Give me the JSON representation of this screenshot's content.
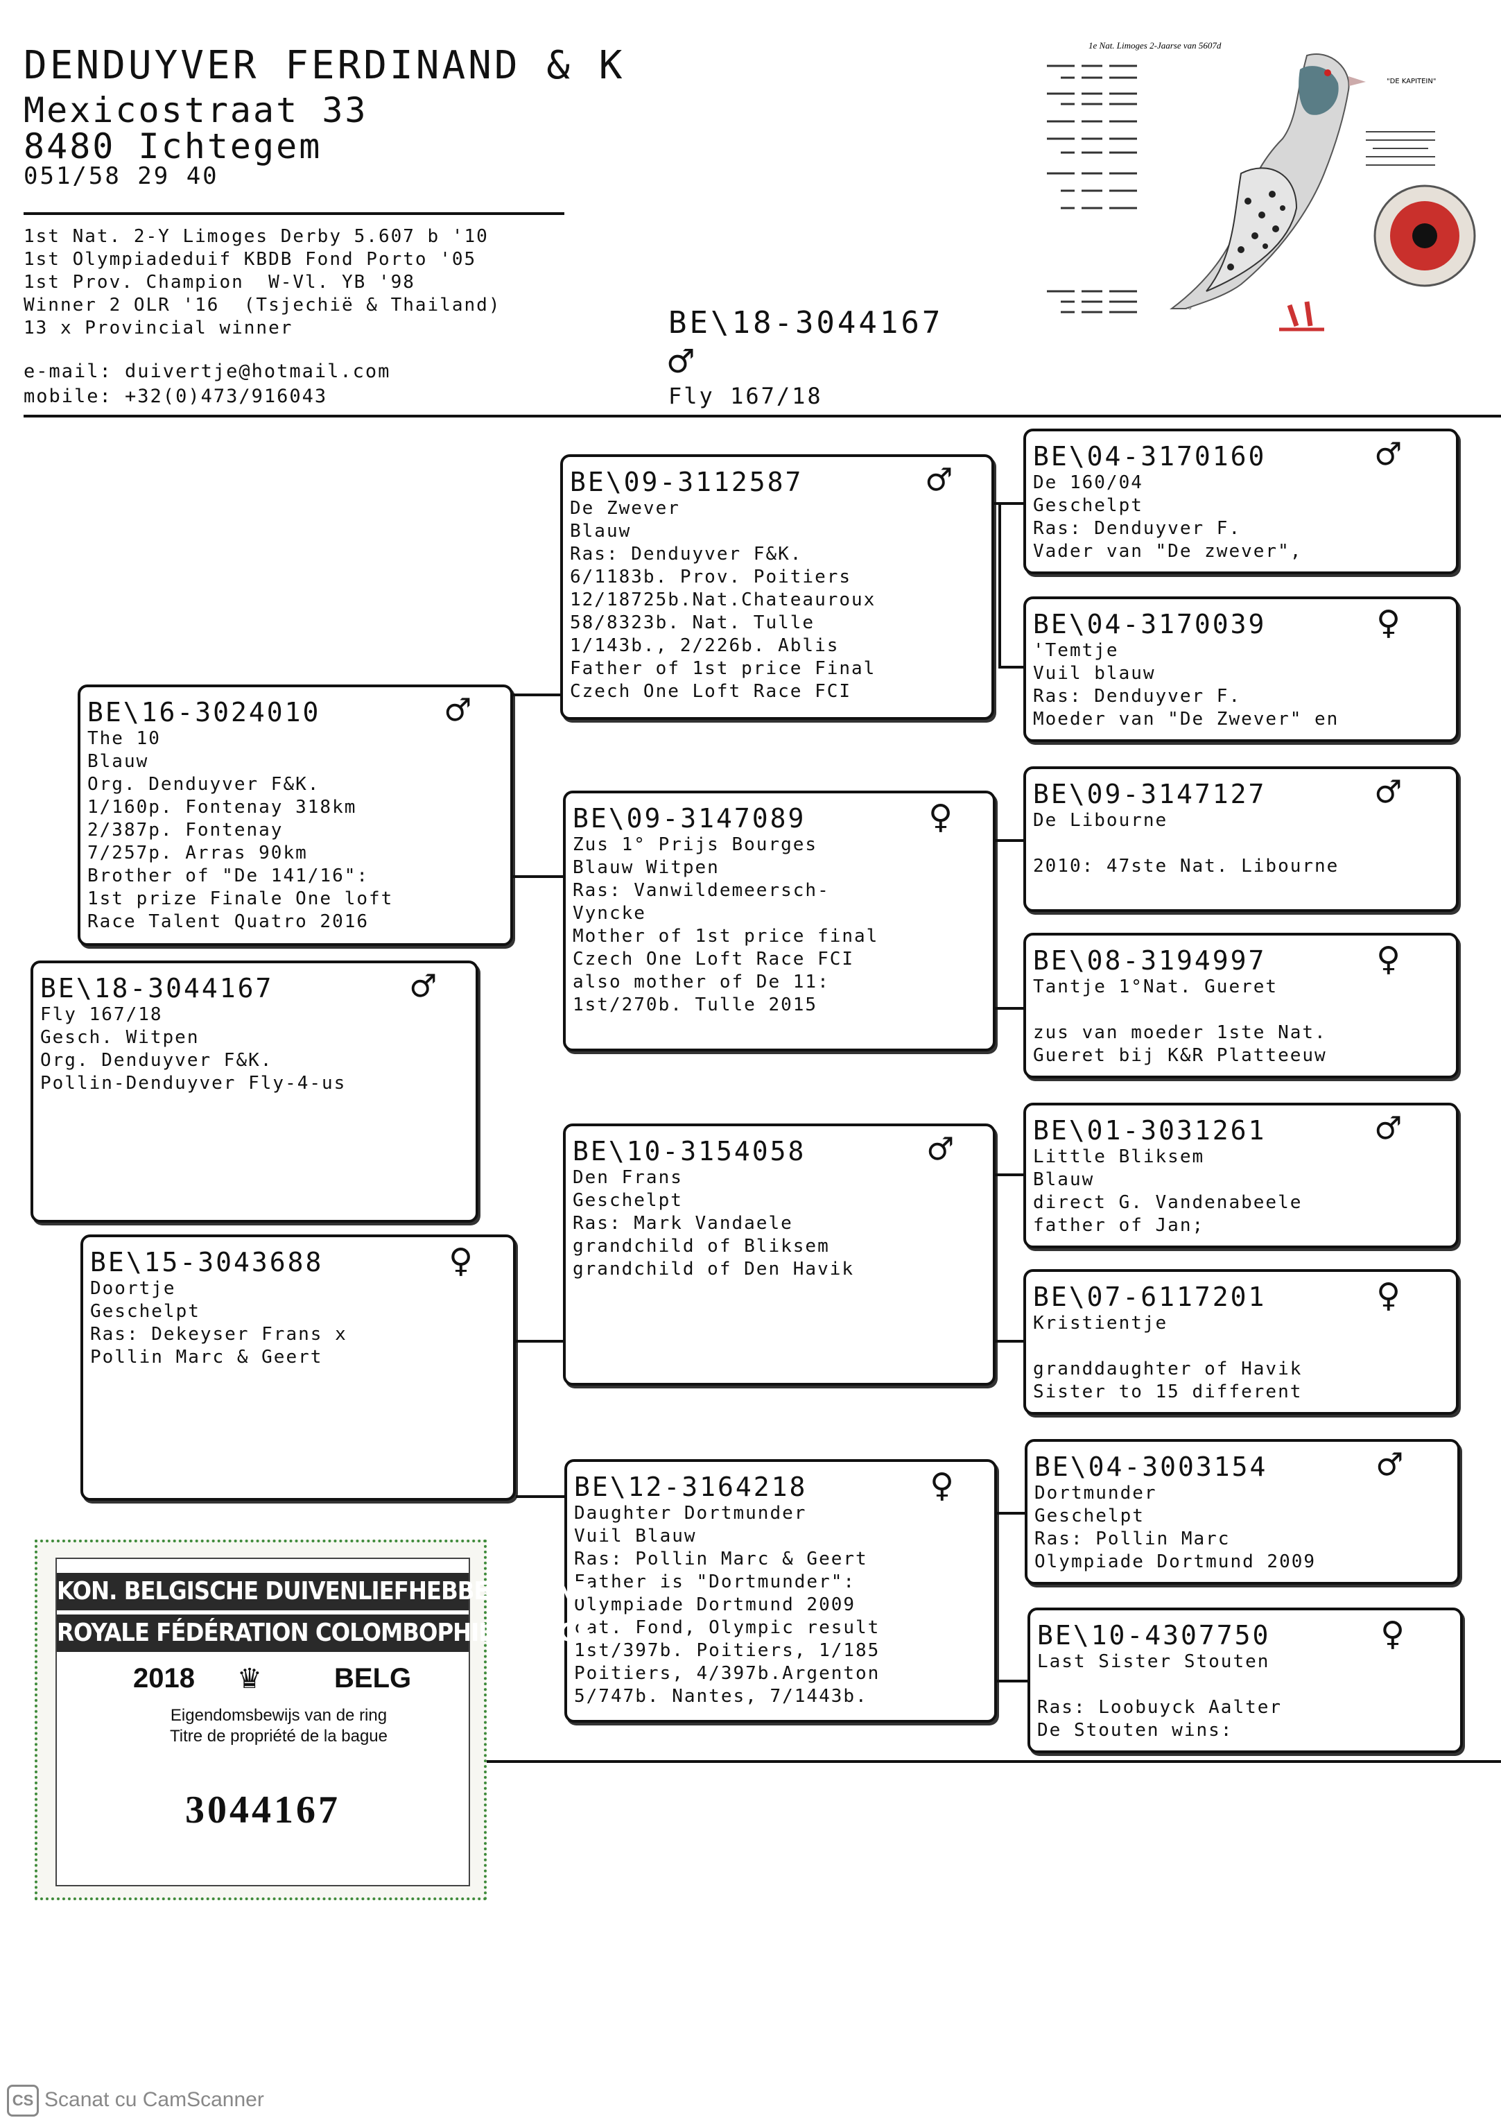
{
  "owner": {
    "name": "DENDUYVER FERDINAND & K",
    "street": "Mexicostraat 33",
    "city": "8480 Ichtegem",
    "phone": "051/58 29 40"
  },
  "achievements": [
    "1st Nat. 2-Y Limoges Derby 5.607 b '10",
    "1st Olympiadeduif KBDB Fond Porto '05",
    "1st Prov. Champion  W-Vl. YB '98",
    "Winner 2 OLR '16  (Tsjechië & Thailand)",
    "13 x Provincial winner"
  ],
  "contact": {
    "email": "e-mail: duivertje@hotmail.com",
    "mobile": "mobile: +32(0)473/916043"
  },
  "subject": {
    "ring": "BE\\18-3044167",
    "sex_symbol": "♂",
    "name": "Fly 167/18"
  },
  "photo": {
    "header": "1e Nat. Limoges 2-Jaarse van 5607d",
    "label": "\"DE KAPITEIN\""
  },
  "pedigree": {
    "self": {
      "ring": "BE\\18-3044167",
      "sex": "♂",
      "lines": [
        "Fly 167/18",
        "Gesch. Witpen",
        "Org. Denduyver F&K.",
        "Pollin-Denduyver Fly-4-us"
      ]
    },
    "sire": {
      "ring": "BE\\16-3024010",
      "sex": "♂",
      "lines": [
        "The 10",
        "Blauw",
        "Org. Denduyver F&K.",
        "1/160p. Fontenay 318km",
        "2/387p. Fontenay",
        "7/257p. Arras 90km",
        "Brother of \"De 141/16\":",
        "1st prize Finale One loft",
        "Race Talent Quatro 2016"
      ]
    },
    "dam": {
      "ring": "BE\\15-3043688",
      "sex": "♀",
      "lines": [
        "Doortje",
        "Geschelpt",
        "Ras: Dekeyser Frans x",
        "Pollin Marc & Geert"
      ]
    },
    "ss": {
      "ring": "BE\\09-3112587",
      "sex": "♂",
      "lines": [
        "De Zwever",
        "Blauw",
        "Ras: Denduyver F&K.",
        "6/1183b. Prov. Poitiers",
        "12/18725b.Nat.Chateauroux",
        "58/8323b. Nat. Tulle",
        "1/143b., 2/226b. Ablis",
        "Father of 1st price Final",
        "Czech One Loft Race FCI"
      ]
    },
    "sd": {
      "ring": "BE\\09-3147089",
      "sex": "♀",
      "lines": [
        "Zus 1° Prijs Bourges",
        "Blauw Witpen",
        "Ras: Vanwildemeersch-",
        "Vyncke",
        "Mother of 1st price final",
        "Czech One Loft Race FCI",
        "also mother of De 11:",
        "1st/270b. Tulle 2015"
      ]
    },
    "ds": {
      "ring": "BE\\10-3154058",
      "sex": "♂",
      "lines": [
        "Den Frans",
        "Geschelpt",
        "Ras: Mark Vandaele",
        "grandchild of Bliksem",
        "grandchild of Den Havik"
      ]
    },
    "dd": {
      "ring": "BE\\12-3164218",
      "sex": "♀",
      "lines": [
        "Daughter Dortmunder",
        "Vuil Blauw",
        "Ras: Pollin Marc & Geert",
        "Father is \"Dortmunder\":",
        "Olympiade Dortmund 2009",
        "cat. Fond, Olympic result",
        "1st/397b. Poitiers, 1/185",
        "Poitiers, 4/397b.Argenton",
        "5/747b. Nantes, 7/1443b."
      ]
    },
    "sss": {
      "ring": "BE\\04-3170160",
      "sex": "♂",
      "lines": [
        "De 160/04",
        "Geschelpt",
        "Ras: Denduyver F.",
        "Vader van \"De zwever\","
      ]
    },
    "ssd": {
      "ring": "BE\\04-3170039",
      "sex": "♀",
      "lines": [
        "'Temtje",
        "Vuil blauw",
        "Ras: Denduyver F.",
        "Moeder van \"De Zwever\" en"
      ]
    },
    "sds": {
      "ring": "BE\\09-3147127",
      "sex": "♂",
      "lines": [
        "De Libourne",
        "",
        "2010: 47ste Nat. Libourne"
      ]
    },
    "sdd": {
      "ring": "BE\\08-3194997",
      "sex": "♀",
      "lines": [
        "Tantje 1°Nat. Gueret",
        "",
        "zus van moeder 1ste Nat.",
        "Gueret bij K&R Platteeuw"
      ]
    },
    "dss": {
      "ring": "BE\\01-3031261",
      "sex": "♂",
      "lines": [
        "Little Bliksem",
        "Blauw",
        "direct G. Vandenabeele",
        "father of Jan;"
      ]
    },
    "dsd": {
      "ring": "BE\\07-6117201",
      "sex": "♀",
      "lines": [
        "Kristientje",
        "",
        "granddaughter of Havik",
        "Sister to 15 different"
      ]
    },
    "dds": {
      "ring": "BE\\04-3003154",
      "sex": "♂",
      "lines": [
        "Dortmunder",
        "Geschelpt",
        "Ras: Pollin Marc",
        "Olympiade Dortmund 2009"
      ]
    },
    "ddd": {
      "ring": "BE\\10-4307750",
      "sex": "♀",
      "lines": [
        "Last Sister Stouten",
        "",
        "Ras: Loobuyck Aalter",
        "De Stouten wins:"
      ]
    }
  },
  "ticket": {
    "org_nl": "KON. BELGISCHE DUIVENLIEFHEBBERSBOND",
    "org_fr": "ROYALE FÉDÉRATION COLOMBOPHILE BELGE",
    "year": "2018",
    "country": "BELG",
    "sub_nl": "Eigendomsbewijs van de ring",
    "sub_fr": "Titre de propriété de la bague",
    "number": "3044167"
  },
  "footer": {
    "badge": "CS",
    "text": "Scanat cu CamScanner"
  }
}
